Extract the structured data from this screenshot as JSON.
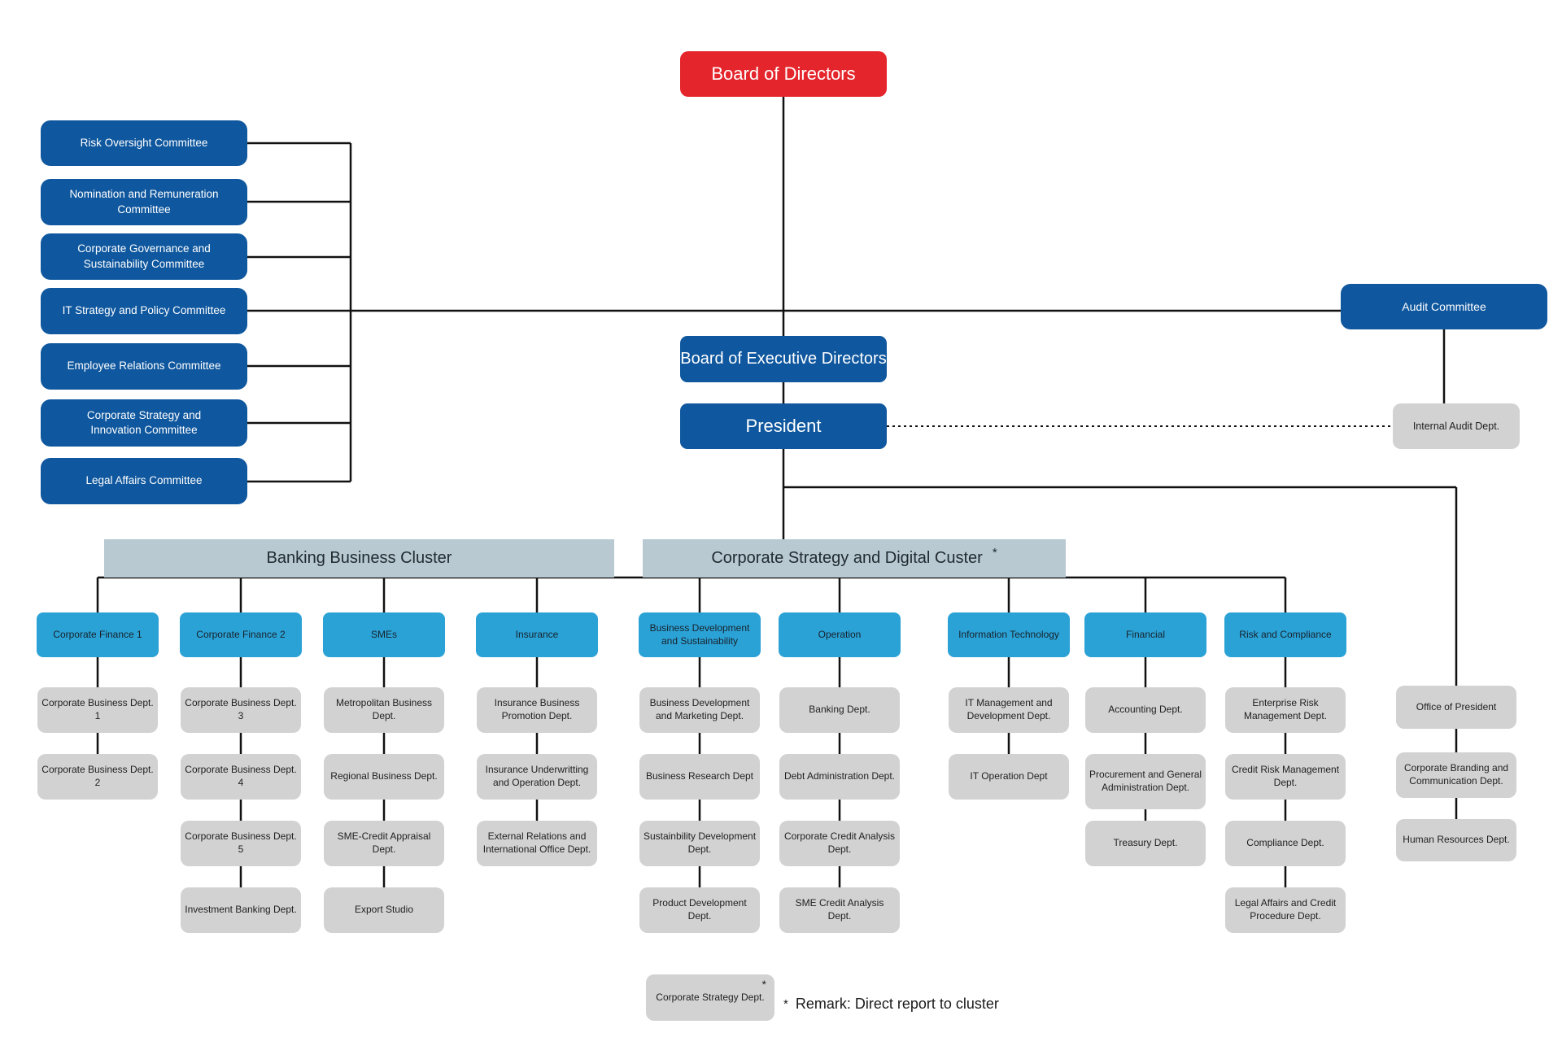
{
  "colors": {
    "board_red": "#e4252c",
    "dark_blue": "#0f579e",
    "light_blue": "#2ba2d6",
    "cluster_header_gray_blue": "#b8c9d2",
    "dept_gray": "#d2d2d2",
    "line": "#111111"
  },
  "board_of_directors": {
    "label": "Board of Directors"
  },
  "committees": [
    {
      "label": "Risk Oversight Committee"
    },
    {
      "label": "Nomination and Remuneration Committee"
    },
    {
      "label": "Corporate Governance and Sustainability Committee"
    },
    {
      "label": "IT Strategy and Policy Committee"
    },
    {
      "label": "Employee Relations Committee"
    },
    {
      "label": "Corporate Strategy and Innovation Committee"
    },
    {
      "label": "Legal Affairs Committee"
    }
  ],
  "audit_committee": {
    "label": "Audit Committee"
  },
  "board_of_executive_directors": {
    "label": "Board of Executive Directors"
  },
  "president": {
    "label": "President"
  },
  "internal_audit_dept": {
    "label": "Internal Audit Dept."
  },
  "clusters": [
    {
      "label": "Banking Business Cluster",
      "asterisk": ""
    },
    {
      "label": "Corporate Strategy and Digital Custer",
      "asterisk": "*"
    }
  ],
  "divisions": [
    {
      "label": "Corporate Finance 1",
      "departments": [
        "Corporate Business Dept. 1",
        "Corporate Business Dept. 2"
      ]
    },
    {
      "label": "Corporate Finance 2",
      "departments": [
        "Corporate Business Dept. 3",
        "Corporate Business Dept. 4",
        "Corporate Business Dept. 5",
        "Investment Banking Dept."
      ]
    },
    {
      "label": "SMEs",
      "departments": [
        "Metropolitan Business Dept.",
        "Regional Business Dept.",
        "SME-Credit Appraisal Dept.",
        "Export Studio"
      ]
    },
    {
      "label": "Insurance",
      "departments": [
        "Insurance Business Promotion Dept.",
        "Insurance Underwritting and Operation Dept.",
        "External Relations and International Office Dept."
      ]
    },
    {
      "label": "Business Development and Sustainability",
      "departments": [
        "Business Development and Marketing Dept.",
        "Business Research Dept",
        "Sustainbility Development Dept.",
        "Product Development Dept."
      ]
    },
    {
      "label": "Operation",
      "departments": [
        "Banking Dept.",
        "Debt Administration Dept.",
        "Corporate Credit Analysis Dept.",
        "SME Credit Analysis Dept."
      ]
    },
    {
      "label": "Information Technology",
      "departments": [
        "IT Management and Development Dept.",
        "IT Operation Dept"
      ]
    },
    {
      "label": "Financial",
      "departments": [
        "Accounting Dept.",
        "Procurement and General Administration Dept.",
        "Treasury Dept."
      ]
    },
    {
      "label": "Risk and Compliance",
      "departments": [
        "Enterprise Risk Management Dept.",
        "Credit Risk Management Dept.",
        "Compliance Dept.",
        "Legal Affairs and Credit Procedure Dept."
      ]
    }
  ],
  "president_office_column": {
    "departments": [
      "Office of President",
      "Corporate Branding and Communication Dept.",
      "Human Resources Dept."
    ]
  },
  "footnote": {
    "box_label": "Corporate Strategy Dept.",
    "box_asterisk": "*",
    "remark_star": "*",
    "remark_text": "Remark: Direct report to cluster"
  }
}
